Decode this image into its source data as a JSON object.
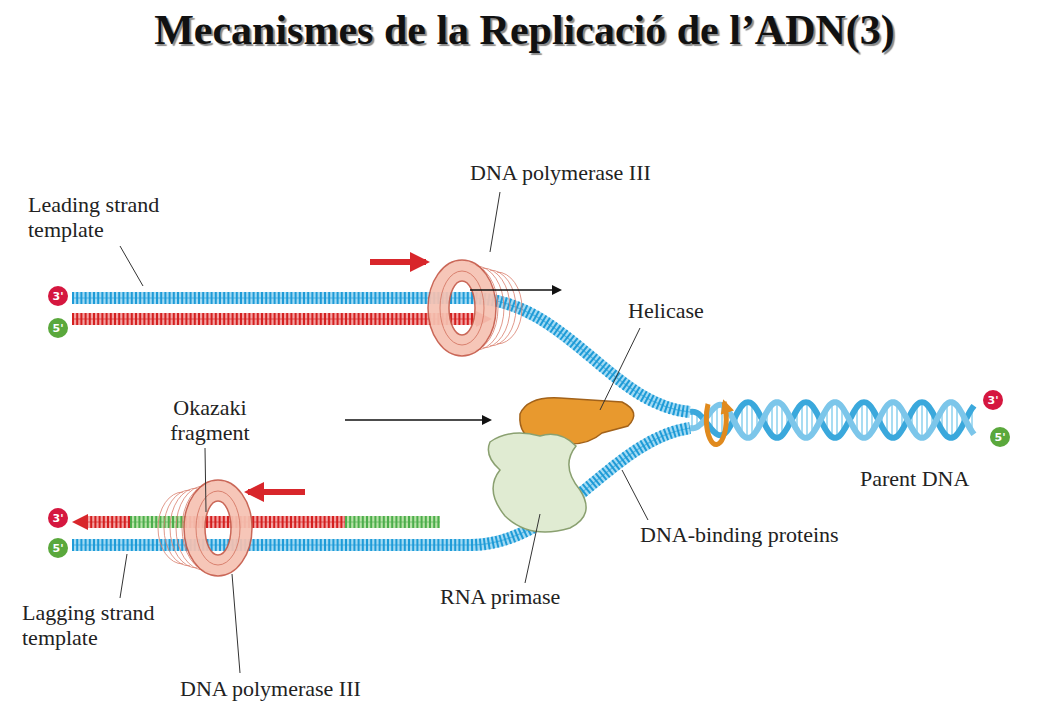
{
  "diagram": {
    "title": "Mecanismes de la Replicació de l’ADN(3)",
    "nodes": [
      {
        "text": [
          "3'"
        ]
      },
      {
        "text": [
          "5'"
        ]
      },
      {
        "text": [
          "3'"
        ]
      },
      {
        "text": [
          "5'"
        ]
      },
      {
        "text": [
          "3'"
        ]
      },
      {
        "text": [
          "5'"
        ]
      }
    ],
    "labels": [
      "Leading strand template",
      "DNA polymerase III",
      "Helicase",
      "Okazaki fragment",
      "Parent DNA",
      "DNA-binding proteins",
      "RNA primase",
      "Lagging strand template",
      "DNA polymerase III"
    ]
  }
}
